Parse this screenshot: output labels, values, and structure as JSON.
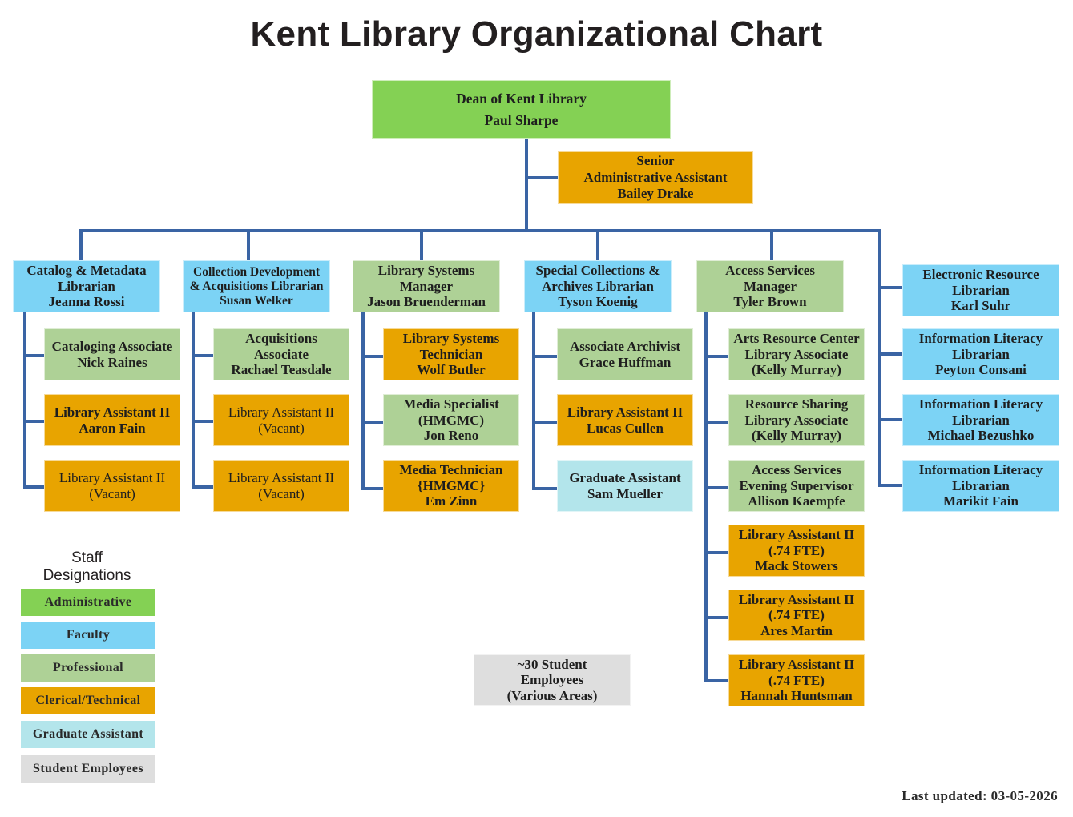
{
  "title": "Kent Library Organizational Chart",
  "colors": {
    "administrative": "#84d154",
    "faculty": "#7cd3f5",
    "professional": "#aed196",
    "clerical_technical": "#e8a400",
    "graduate_assistant": "#b3e5eb",
    "student_employees": "#dedede",
    "connector": "#3a64a4"
  },
  "dean": {
    "title": "Dean of Kent Library",
    "name": "Paul Sharpe",
    "designation": "Administrative"
  },
  "senior_assistant": {
    "lines": [
      "Senior",
      "Administrative Assistant",
      "Bailey Drake"
    ],
    "designation": "Clerical/Technical"
  },
  "departments": [
    {
      "head": {
        "lines": [
          "Catalog & Metadata",
          "Librarian",
          "Jeanna Rossi"
        ],
        "designation": "Faculty"
      },
      "reports": [
        {
          "lines": [
            "Cataloging Associate",
            "Nick Raines"
          ],
          "designation": "Professional"
        },
        {
          "lines": [
            "Library Assistant II",
            "Aaron Fain"
          ],
          "designation": "Clerical/Technical"
        },
        {
          "lines": [
            "Library Assistant II",
            "(Vacant)"
          ],
          "designation": "Clerical/Technical",
          "vacant": true
        }
      ]
    },
    {
      "head": {
        "lines": [
          "Collection Development",
          "& Acquisitions Librarian",
          "Susan Welker"
        ],
        "designation": "Faculty"
      },
      "reports": [
        {
          "lines": [
            "Acquisitions",
            "Associate",
            "Rachael Teasdale"
          ],
          "designation": "Professional"
        },
        {
          "lines": [
            "Library Assistant II",
            "(Vacant)"
          ],
          "designation": "Clerical/Technical",
          "vacant": true
        },
        {
          "lines": [
            "Library Assistant II",
            "(Vacant)"
          ],
          "designation": "Clerical/Technical",
          "vacant": true
        }
      ]
    },
    {
      "head": {
        "lines": [
          "Library Systems",
          "Manager",
          "Jason Bruenderman"
        ],
        "designation": "Professional"
      },
      "reports": [
        {
          "lines": [
            "Library Systems",
            "Technician",
            "Wolf Butler"
          ],
          "designation": "Clerical/Technical"
        },
        {
          "lines": [
            "Media Specialist",
            "(HMGMC)",
            "Jon Reno"
          ],
          "designation": "Professional"
        },
        {
          "lines": [
            "Media Technician",
            "{HMGMC}",
            "Em Zinn"
          ],
          "designation": "Clerical/Technical"
        }
      ]
    },
    {
      "head": {
        "lines": [
          "Special Collections &",
          "Archives Librarian",
          "Tyson Koenig"
        ],
        "designation": "Faculty"
      },
      "reports": [
        {
          "lines": [
            "Associate Archivist",
            "Grace Huffman"
          ],
          "designation": "Professional"
        },
        {
          "lines": [
            "Library Assistant II",
            "Lucas Cullen"
          ],
          "designation": "Clerical/Technical"
        },
        {
          "lines": [
            "Graduate Assistant",
            "Sam Mueller"
          ],
          "designation": "Graduate Assistant"
        }
      ]
    },
    {
      "head": {
        "lines": [
          "Access Services",
          "Manager",
          "Tyler Brown"
        ],
        "designation": "Professional"
      },
      "reports": [
        {
          "lines": [
            "Arts Resource Center",
            "Library Associate",
            "(Kelly Murray)"
          ],
          "designation": "Professional"
        },
        {
          "lines": [
            "Resource Sharing",
            "Library Associate",
            "(Kelly Murray)"
          ],
          "designation": "Professional"
        },
        {
          "lines": [
            "Access Services",
            "Evening Supervisor",
            "Allison Kaempfe"
          ],
          "designation": "Professional"
        },
        {
          "lines": [
            "Library Assistant II",
            "(.74 FTE)",
            "Mack Stowers"
          ],
          "designation": "Clerical/Technical"
        },
        {
          "lines": [
            "Library Assistant II",
            "(.74 FTE)",
            "Ares Martin"
          ],
          "designation": "Clerical/Technical"
        },
        {
          "lines": [
            "Library Assistant II",
            "(.74 FTE)",
            "Hannah Huntsman"
          ],
          "designation": "Clerical/Technical"
        }
      ]
    }
  ],
  "librarians": [
    {
      "lines": [
        "Electronic Resource",
        "Librarian",
        "Karl Suhr"
      ],
      "designation": "Faculty"
    },
    {
      "lines": [
        "Information Literacy",
        "Librarian",
        "Peyton Consani"
      ],
      "designation": "Faculty"
    },
    {
      "lines": [
        "Information Literacy",
        "Librarian",
        "Michael Bezushko"
      ],
      "designation": "Faculty"
    },
    {
      "lines": [
        "Information Literacy",
        "Librarian",
        "Marikit Fain"
      ],
      "designation": "Faculty"
    }
  ],
  "students": {
    "lines": [
      "~30 Student",
      "Employees",
      "(Various Areas)"
    ],
    "designation": "Student Employees"
  },
  "legend": {
    "title_lines": [
      "Staff",
      "Designations"
    ],
    "items": [
      {
        "label": "Administrative",
        "key": "admin"
      },
      {
        "label": "Faculty",
        "key": "faculty"
      },
      {
        "label": "Professional",
        "key": "prof"
      },
      {
        "label": "Clerical/Technical",
        "key": "cler"
      },
      {
        "label": "Graduate Assistant",
        "key": "grad"
      },
      {
        "label": "Student Employees",
        "key": "student"
      }
    ]
  },
  "last_updated": "Last updated: 03-05-2026"
}
